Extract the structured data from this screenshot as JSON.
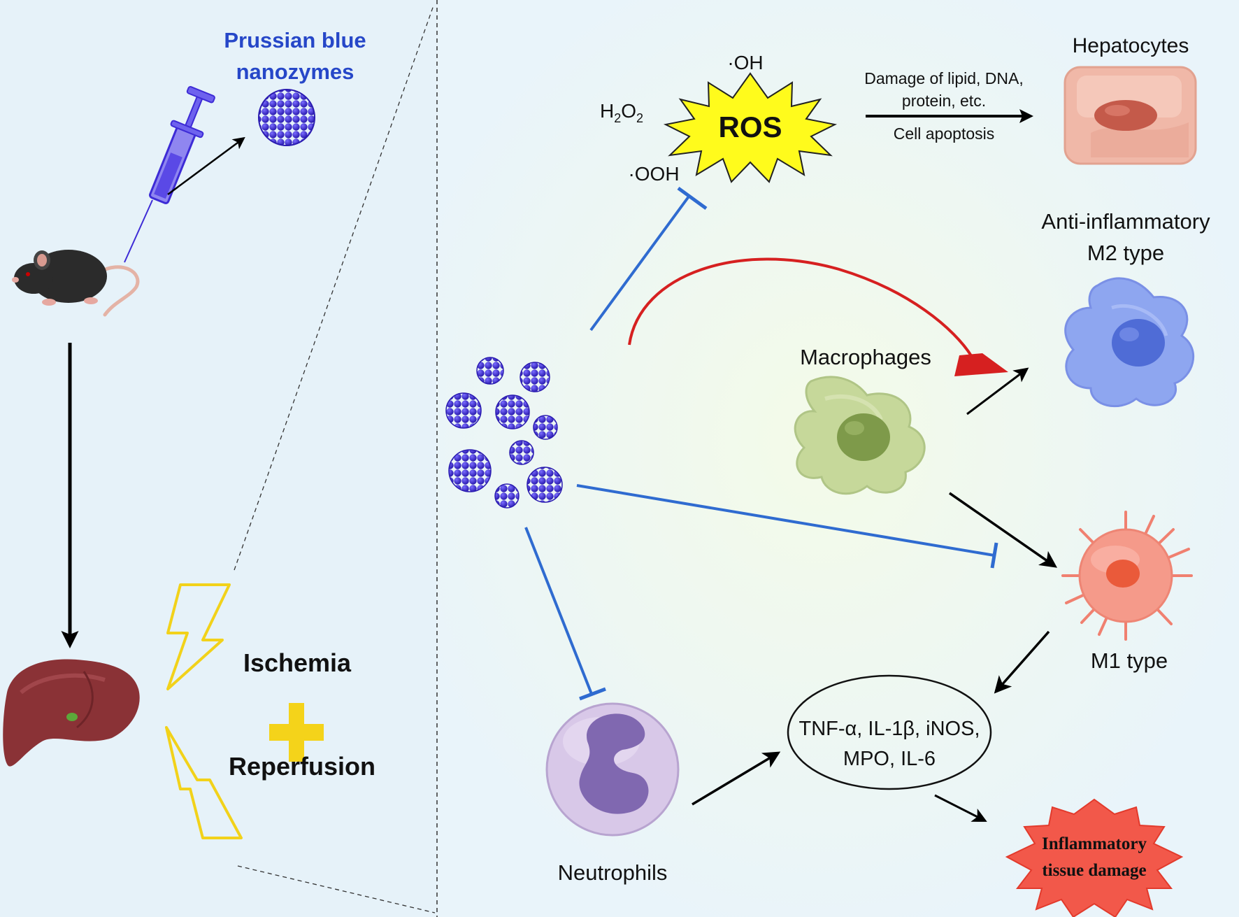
{
  "left_panel": {
    "nanozyme_title_line1": "Prussian blue",
    "nanozyme_title_line2": "nanozymes",
    "ischemia_label": "Ischemia",
    "reperfusion_label": "Reperfusion",
    "plus_color": "#f4d31a",
    "bolt_color": "#f2d21a"
  },
  "ros_section": {
    "oh_label": "·OH",
    "h2o2_label": "H",
    "h2o2_sub1": "2",
    "h2o2_o": "O",
    "h2o2_sub2": "2",
    "ooh_label": "·OOH",
    "ros_label": "ROS",
    "damage_line1": "Damage of lipid, DNA,",
    "damage_line2": "protein, etc.",
    "apoptosis_label": "Cell apoptosis",
    "hepatocytes_label": "Hepatocytes",
    "ros_color": "#fffb1c"
  },
  "immune_section": {
    "anti_inflammatory_line1": "Anti-inflammatory",
    "anti_inflammatory_line2": "M2 type",
    "macrophages_label": "Macrophages",
    "m1_label": "M1 type",
    "neutrophils_label": "Neutrophils",
    "cytokines_line1": "TNF-α, IL-1β, iNOS,",
    "cytokines_line2": "MPO, IL-6",
    "damage_line1": "Inflammatory",
    "damage_line2": "tissue damage",
    "inhibit_color": "#2f6bd0",
    "promote_color": "#d62020",
    "damage_burst_color": "#f2584a"
  },
  "colors": {
    "nanozyme": "#3d2bd6",
    "background": "#e9f4fa"
  }
}
